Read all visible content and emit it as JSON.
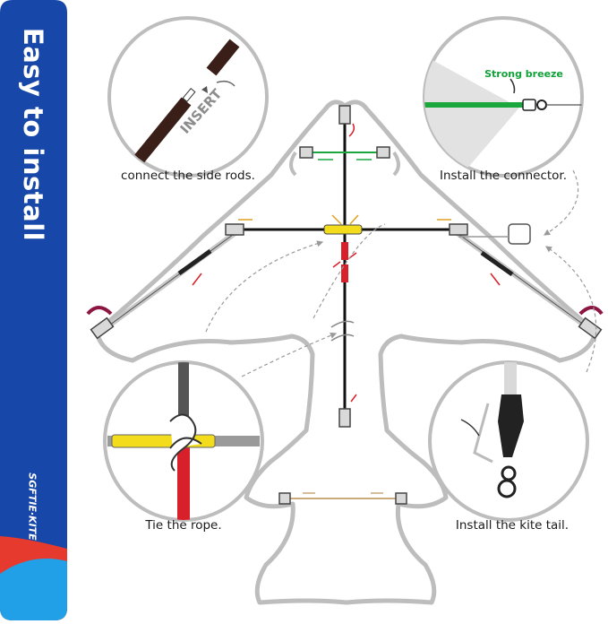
{
  "banner": {
    "title": "Easy to install",
    "brand": "SGFTIE·KITE",
    "bg_color": "#1747a8",
    "accent_colors": [
      "#e63a2e",
      "#21a0e8"
    ]
  },
  "steps": {
    "side_rods": {
      "caption": "connect the side rods.",
      "label": "INSERT"
    },
    "connector": {
      "caption": "Install the connector.",
      "label": "Strong breeze",
      "label_color": "#12a23a"
    },
    "rope": {
      "caption": "Tie the rope."
    },
    "tail": {
      "caption": "Install the kite tail."
    }
  },
  "colors": {
    "outline": "#bdbdbd",
    "rod": "#111111",
    "joint_yellow": "#f2dc1c",
    "joint_red": "#d8202a",
    "arrow_maroon": "#8c1541",
    "green_line": "#1aa83e"
  }
}
